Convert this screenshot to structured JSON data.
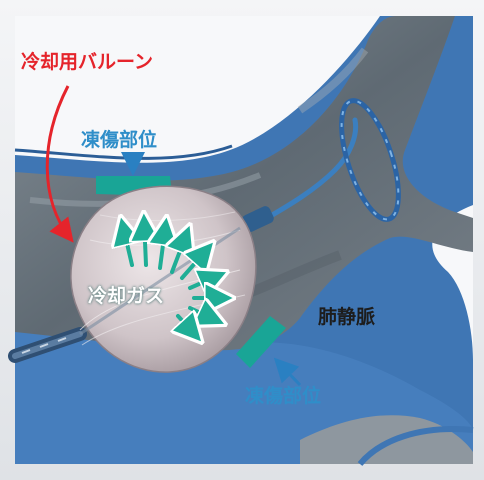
{
  "labels": {
    "cooling_balloon": "冷却用バルーン",
    "frostbite_site_top": "凍傷部位",
    "cooling_gas": "冷却ガス",
    "pulmonary_vein": "肺静脈",
    "frostbite_site_bottom": "凍傷部位"
  },
  "colors": {
    "background": "#eceef1",
    "vessel_wall": "#3f76b4",
    "vessel_lumen": "#6f7a83",
    "frostbite_zone": "#19a596",
    "balloon": "#cfc6c9",
    "balloon_arrow": "#e5242b",
    "gas_arrows": "#1fae96",
    "frost_label": "#2f8ec9"
  },
  "icons": {
    "balloon_pointer": "red-curved-arrow",
    "frost_pointer_top": "blue-down-arrow",
    "frost_pointer_bottom": "blue-up-left-arrow",
    "gas_flow": "green-radiating-arrows",
    "mapping_catheter": "lasso-ring-icon"
  }
}
